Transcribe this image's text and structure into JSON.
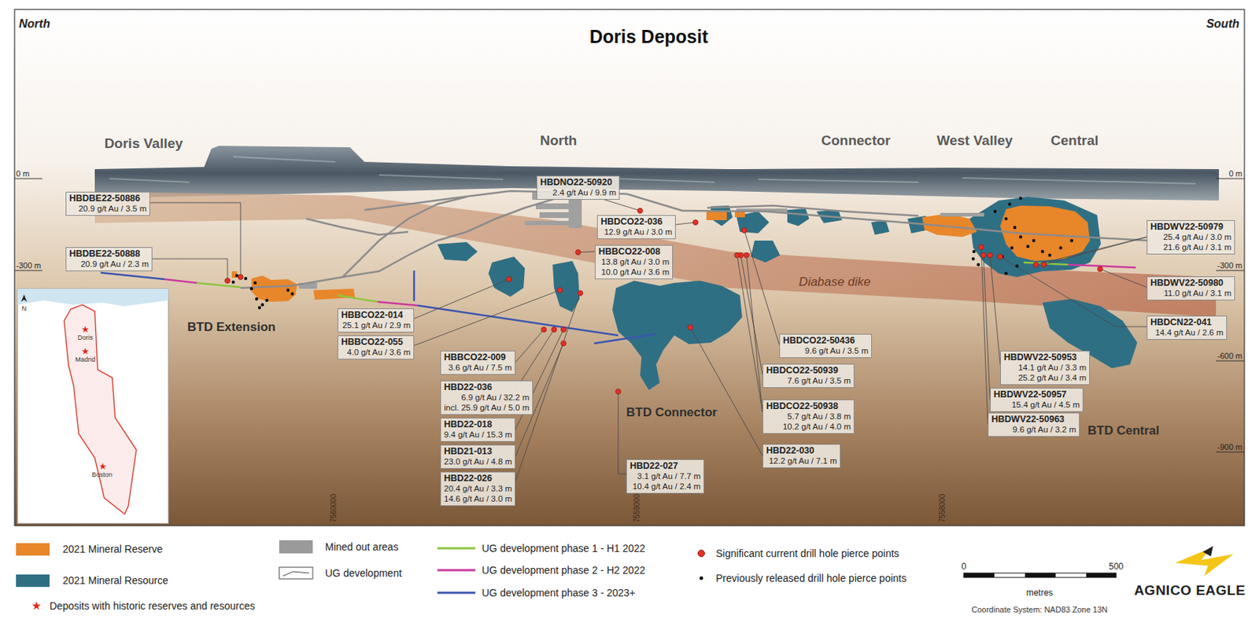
{
  "diagram": {
    "title": "Doris Deposit",
    "nodes": [
      {
        "text": [
          "HBDBE22-50886",
          "20.9 g/t Au / 3.5 m"
        ]
      },
      {
        "text": [
          "HBDBE22-50888",
          "20.9 g/t Au / 2.3 m"
        ]
      },
      {
        "text": [
          "HBDNO22-50920",
          "2.4 g/t Au / 9.9 m"
        ]
      },
      {
        "text": [
          "HBDCO22-036",
          "12.9 g/t Au / 3.0 m"
        ]
      },
      {
        "text": [
          "HBBCO22-008",
          "13.8 g/t Au / 3.0 m",
          "10.0 g/t Au / 3.6 m"
        ]
      },
      {
        "text": [
          "HBBCO22-014",
          "25.1 g/t Au / 2.9 m"
        ]
      },
      {
        "text": [
          "HBBCO22-055",
          "4.0 g/t Au / 3.6 m"
        ]
      },
      {
        "text": [
          "HBBCO22-009",
          "3.6 g/t Au / 7.5 m"
        ]
      },
      {
        "text": [
          "HBD22-036",
          "6.9 g/t Au / 32.2 m",
          "incl. 25.9 g/t Au / 5.0 m"
        ]
      },
      {
        "text": [
          "HBD22-018",
          "9.4 g/t Au / 15.3 m"
        ]
      },
      {
        "text": [
          "HBD21-013",
          "23.0 g/t Au / 4.8 m"
        ]
      },
      {
        "text": [
          "HBD22-026",
          "20.4 g/t Au / 3.3 m",
          "14.6 g/t Au / 3.0 m"
        ]
      },
      {
        "text": [
          "HBD22-027",
          "3.1 g/t Au / 7.7 m",
          "10.4 g/t Au / 2.4 m"
        ]
      },
      {
        "text": [
          "HBDCO22-50436",
          "9.6 g/t Au / 3.5 m"
        ]
      },
      {
        "text": [
          "HBDCO22-50939",
          "7.6 g/t Au / 3.5 m"
        ]
      },
      {
        "text": [
          "HBDCO22-50938",
          "5.7 g/t Au / 3.8 m",
          "10.2 g/t Au / 4.0 m"
        ]
      },
      {
        "text": [
          "HBD22-030",
          "12.2 g/t Au / 7.1 m"
        ]
      },
      {
        "text": [
          "HBDWV22-50979",
          "25.4 g/t Au / 3.0 m",
          "21.6 g/t Au / 3.1 m"
        ]
      },
      {
        "text": [
          "HBDWV22-50980",
          "11.0 g/t Au / 3.1 m"
        ]
      },
      {
        "text": [
          "HBDCN22-041",
          "14.4 g/t Au / 2.6 m"
        ]
      },
      {
        "text": [
          "HBDWV22-50953",
          "14.1 g/t Au / 3.3 m",
          "25.2 g/t Au / 3.4 m"
        ]
      },
      {
        "text": [
          "HBDWV22-50957",
          "15.4 g/t Au / 4.5 m"
        ]
      },
      {
        "text": [
          "HBDWV22-50963",
          "9.6 g/t Au / 3.2 m"
        ]
      }
    ],
    "labels": [
      "North",
      "South",
      "Doris Valley",
      "North",
      "Connector",
      "West Valley",
      "Central",
      "0 m",
      "0 m",
      "-300 m",
      "-300 m",
      "Diabase dike",
      "BTD Extension",
      "-600 m",
      "BTD Connector",
      "BTD Central",
      "-900 m",
      "N",
      "Doris",
      "Madrid",
      "Boston",
      "7560000",
      "7559000",
      "7558000",
      "0",
      "500",
      "metres",
      "Coordinate System: NAD83 Zone 13N",
      "AGNICO EAGLE"
    ],
    "legend": [
      {
        "text": "2021 Mineral Reserve",
        "color": "#e8862a"
      },
      {
        "text": "2021 Mineral Resource",
        "color": "#2f6f84"
      },
      {
        "text": "Deposits with historic reserves and resources"
      },
      {
        "text": "Mined out areas",
        "color": "#9a9a9a"
      },
      {
        "text": "UG development"
      },
      {
        "text": "UG development phase 1 - H1 2022"
      },
      {
        "text": "UG development phase 2 - H2 2022"
      },
      {
        "text": "UG development phase 3 - 2023+"
      },
      {
        "text": "Significant current drill hole pierce points"
      },
      {
        "text": "Previously released drill hole pierce points"
      }
    ]
  }
}
